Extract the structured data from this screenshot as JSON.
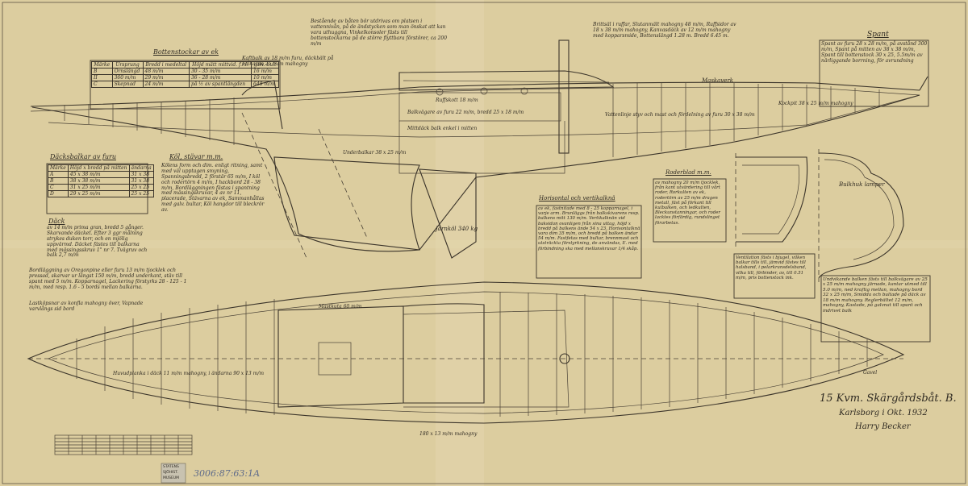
{
  "title_block": {
    "title": "15 Kvm. Skärgårdsbåt. B.",
    "place_date": "Karlsborg i Okt. 1932",
    "signature": "Harry Becker"
  },
  "tables": {
    "bottenstockar": {
      "title": "Bottenstockar av ek",
      "headers": [
        "Märke",
        "Ursprung",
        "Bredd i medeltal",
        "Höjd mätt mittvid. f.r.l.",
        "galv. bult"
      ],
      "rows": [
        [
          "B",
          "Ornslängd",
          "48 m/m",
          "30 - 35 m/m",
          "16 m/m"
        ],
        [
          "II",
          "360 m/m",
          "29 m/m",
          "36 - 28 m/m",
          "10 m/m"
        ],
        [
          "C",
          "Skepnad",
          "24 m/m",
          "på ½ av spantlängden",
          "648 m/m"
        ]
      ]
    },
    "dackshalkar": {
      "title": "Däcksbalkar av furu",
      "headers": [
        "Märke",
        "Höjd x bredd på mitten",
        "ändarna"
      ],
      "rows": [
        [
          "A",
          "45 x 38 m/m",
          "31 x 38"
        ],
        [
          "B",
          "38 x 38 m/m",
          "31 x 38"
        ],
        [
          "C",
          "31 x 25 m/m",
          "25 x 25"
        ],
        [
          "D",
          "29 x 25 m/m",
          "25 x 25"
        ]
      ]
    }
  },
  "notes": {
    "top_center": "Bestående av båten bör utdrivas om platsen i vattennivån, på de ändstycken som man önskat att kan vara uthuggna, Vinkelkonsoler fästs till bottenstockarna på de större flyttbara förstörer, ca 200 m/m",
    "kaftbalk": "Kaftbalk av 18 m/m furu, däckbält på balkarna 25 m/m mahogny",
    "top_right": "Brittsäl i ruffar, Slutanmält mahogny 48 m/m, Ruffsidor av 18 x 38 m/m mahogny, Kanvasdäck av 12 m/m mahogny med kopparsmide, Bottenslängd 1.28 m. Bredd 6.45 m.",
    "spant_title": "Spant",
    "spant": "Spant av furu 28 x 28 m/m, på avstånd 300 m/m, Spant på mitten av 38 x 38 m/m, Spant till bottenstock 30 x 25, 5.5m/m av närliggande borrning, för avrundning",
    "kol_title": "Köl, stävar m.m.",
    "kol": "Kölens form och dim. enligt ritning, samt med väl upptagen smyning, Spanningsbredd, 2 förstär 65 m/m, I köl och rodertörn 4 m/m, I hackbord 28 - 38 m/m, Bordläggningen fästas i spantning med mässingskruvar, 4 av nr 11, placerade, Stävarna av ek, Sammanhållas med galv. bultar, Köl hangdor till bleckrör av.",
    "dack_title": "Däck",
    "dack": "av 14 m/m prima gran, bredd 5 gånger. Skarvande däcket. Efter 3 ggr målning strykes duken torr, och en mjölig uppvärmd. Däcket fästes till balkarna med mässingsskruv 1\" nr 7. Tvägruv och balk 2,7 m/m",
    "bordlaggning": "Bordläggning av Oregonpine eller furu 13 m/m tjocklek och pressad, skarvar ur längst 150 m/m, bredd underkant, stäv till spant med 5 m/m. Kopparnagel, Lackering förstyrks 28 - 125 - 1 m/m, med resp. 1.6 - 5 bords mellan balkarna.",
    "lodrätta": "Lastköpsnar av konfla mahogny över, Vapnade varvlångs sid bord",
    "horisontal_title": "Horisontal och vertikalknä",
    "horisontal": "av ek, fastnitade med 8 - 25 kopparnagel, i varje arm. Brunläggs från balkskivarens resp. balkens mitt 130 m/m. Vertikalknän vid baksidan ovanligen från sina uttag, höjd x bredd på balkens ände 54 x 23. Horisontalknä vara dim 35 m/m, och bredd på balken ändar 54 m/m. Fastfetas med bultar, brennmast och utsträckta förstyrkning, de användas, E. med förbindning ska med mellanskruvar 1/4 skåp.",
    "roder_title": "Roderblad m.m.",
    "roder": "av mahogny 20 m/m tjocklek, från kant utvärdering till vårt roder, Rorkulten av ek, rodertörn av 25 m/m dragen metall, fäst på förkant till kulbalken, och ledkulten, Bleckunstanningar, och roder lacktes förfärdig, rundslinget förarbetas.",
    "ventil": "Ventilation fästs i bjugel, vilken balkar tills till, jämvid fästes till halsband, i pelarkransdelsband, vilka till, förbinder, av, till 0.51 m/m, pris bottenstock ink.",
    "bottom_right": "Undvikande balken fästs till balkvägare av 25 x 25 m/m mahogny järnade, kantar utmed till 5.0 m/m, ned kraftig mellan, mahogny bord 32 x 25 m/m, Smidda och bultade på däck av 18 m/m mahogny. Reglerbältet 12 m/m, mahogny, Kastade, på galvnat till spant och indrivet balk",
    "sheer_label": "Maskaverk"
  },
  "drawing_labels": {
    "keel_weight": "Järnköl 340 kg",
    "deckhouse": "Ruffskott 18 m/m",
    "beam_note": "Balkvägare av furu 22 m/m, bredd 25 x 18 m/m",
    "floor_note": "Underbalkar 38 x 25 m/m",
    "sheer_note": "Vattenlinje styv och mast och fördelning av furu 30 x 38 m/m",
    "cockpit_note": "Kockpit 38 x 25 m/m mahogny",
    "centreline_note": "Mittdäck balk enkel i mitten",
    "plan_note": "Huvudplanka i däck 11 m/m mahogny, i ändarna 90 x 13 m/m",
    "plan_bottom": "180 x 13 m/m mahogny",
    "plan_stations": "Mastkuta 60 m/m",
    "section_label": "Bulkhuk lamper",
    "bow_label": "Gavel"
  },
  "stamp": {
    "line1": "STATENS",
    "line2": "SJÖHIST.",
    "line3": "MUSEUM",
    "archive_id": "3006:87:63:1A"
  }
}
